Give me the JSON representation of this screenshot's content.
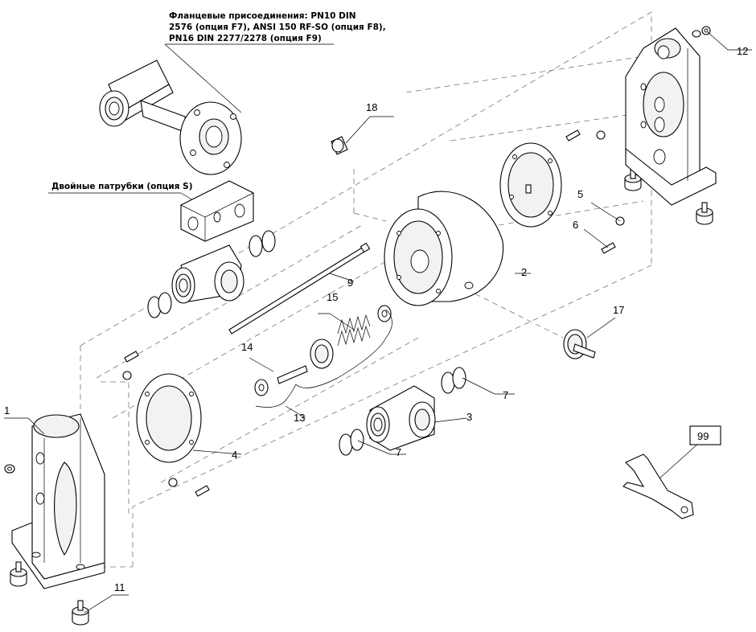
{
  "notes": {
    "flange": [
      "Фланцевые присоединения: PN10 DIN",
      "2576 (опция F7), ANSI 150 RF-SO (опция F8),",
      "PN16 DIN 2277/2278 (опция F9)"
    ],
    "double": "Двойные патрубки (опция S)"
  },
  "callouts": {
    "c1": "1",
    "c2": "2",
    "c3": "3",
    "c4": "4",
    "c5": "5",
    "c6": "6",
    "c7a": "7",
    "c7b": "7",
    "c9": "9",
    "c11": "11",
    "c12": "12",
    "c13": "13",
    "c14": "14",
    "c15": "15",
    "c17": "17",
    "c18": "18",
    "c99": "99"
  }
}
